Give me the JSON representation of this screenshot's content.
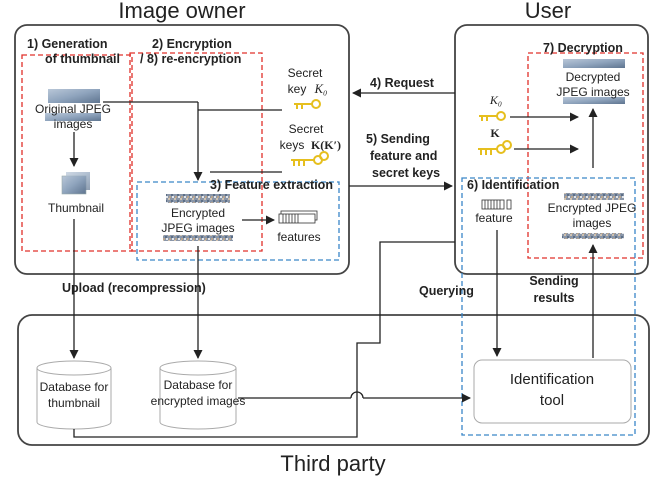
{
  "titles": {
    "image_owner": "Image owner",
    "user": "User",
    "third_party": "Third party"
  },
  "owner": {
    "step1_line1": "1) Generation",
    "step1_line2": "of thumbnail",
    "step2_line1": "2) Encryption",
    "step2_line2": "/ 8) re-encryption",
    "original_line1": "Original JPEG",
    "original_line2": "images",
    "thumbnail": "Thumbnail",
    "secret_key_line1": "Secret",
    "secret_key_line2": "key",
    "secret_key_symbol": "K₀",
    "secret_keys_line1": "Secret",
    "secret_keys_line2": "keys",
    "secret_keys_symbol": "K(K′)",
    "step3": "3) Feature extraction",
    "encrypted_line1": "Encrypted",
    "encrypted_line2": "JPEG images",
    "features": "features"
  },
  "user": {
    "step7": "7) Decryption",
    "decrypted_line1": "Decrypted",
    "decrypted_line2": "JPEG images",
    "key_k0": "K₀",
    "key_k": "K",
    "step6": "6) Identification",
    "feature": "feature",
    "encrypted_line1": "Encrypted JPEG",
    "encrypted_line2": "images"
  },
  "flows": {
    "request": "4) Request",
    "sending_line1": "5) Sending",
    "sending_line2": "feature and",
    "sending_line3": "secret keys",
    "upload": "Upload (recompression)",
    "querying": "Querying",
    "results_line1": "Sending",
    "results_line2": "results"
  },
  "third_party": {
    "db_thumb_line1": "Database for",
    "db_thumb_line2": "thumbnail",
    "db_enc_line1": "Database for",
    "db_enc_line2": "encrypted images",
    "tool_line1": "Identification",
    "tool_line2": "tool"
  },
  "colors": {
    "red_dash": "#e0302a",
    "blue_dash": "#3a86c8",
    "key_gold": "#e6bf1e",
    "box_stroke": "#444444"
  }
}
